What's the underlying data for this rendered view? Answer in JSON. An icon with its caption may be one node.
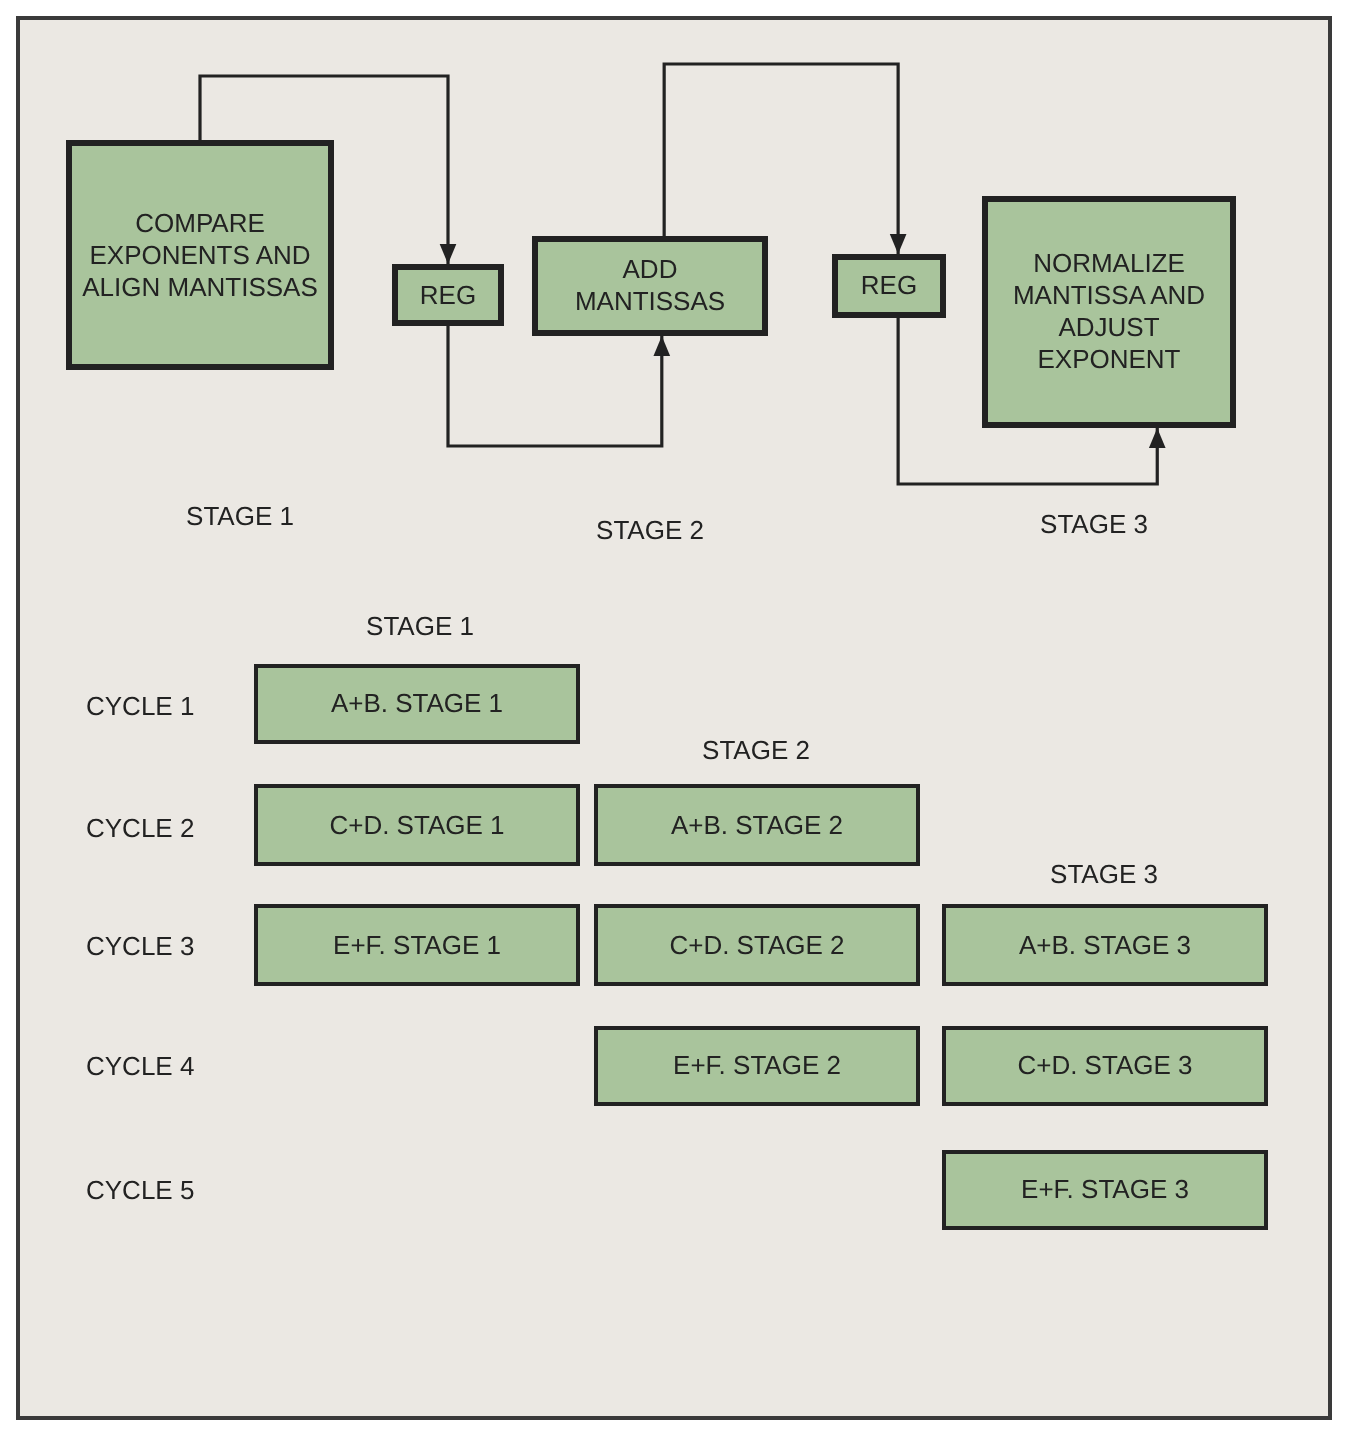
{
  "diagram": {
    "nodes": [
      {
        "text": [
          "COMPARE EXPONENTS AND ALIGN MANTISSAS"
        ]
      },
      {
        "text": [
          "REG"
        ]
      },
      {
        "text": [
          "ADD MANTISSAS"
        ]
      },
      {
        "text": [
          "REG"
        ]
      },
      {
        "text": [
          "NORMALIZE MANTISSA AND ADJUST EXPONENT"
        ]
      },
      {
        "text": [
          "A+B. STAGE 1"
        ]
      },
      {
        "text": [
          "C+D. STAGE 1"
        ]
      },
      {
        "text": [
          "A+B. STAGE 2"
        ]
      },
      {
        "text": [
          "E+F. STAGE 1"
        ]
      },
      {
        "text": [
          "C+D. STAGE 2"
        ]
      },
      {
        "text": [
          "A+B. STAGE 3"
        ]
      },
      {
        "text": [
          "E+F. STAGE 2"
        ]
      },
      {
        "text": [
          "C+D. STAGE 3"
        ]
      },
      {
        "text": [
          "E+F. STAGE 3"
        ]
      }
    ],
    "edges": [
      {
        "from": 0,
        "to": 1,
        "arrow": "to"
      },
      {
        "from": 1,
        "to": 2,
        "arrow": "to"
      },
      {
        "from": 2,
        "to": 3,
        "arrow": "to"
      },
      {
        "from": 3,
        "to": 4,
        "arrow": "to"
      }
    ],
    "labels": [
      "STAGE 1",
      "STAGE 2",
      "STAGE 3",
      "STAGE 1",
      "CYCLE 1",
      "STAGE 2",
      "CYCLE 2",
      "STAGE 3",
      "CYCLE 3",
      "CYCLE 4",
      "CYCLE 5"
    ]
  }
}
